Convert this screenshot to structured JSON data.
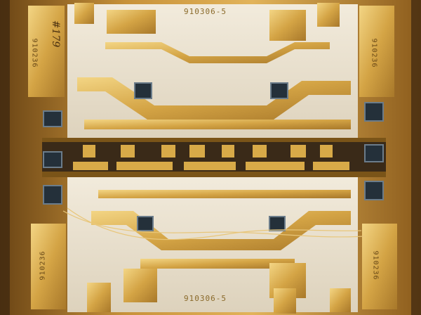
{
  "photo": {
    "subject": "microwave-module-circuit-board",
    "colors": {
      "gold": "#d8aa48",
      "gold_light": "#f0cf7a",
      "gold_dark": "#9c6e1e",
      "ceramic": "#ece4d4",
      "ceramic_shadow": "#d9ceb8",
      "housing": "#b07a28",
      "chip": "#24303a",
      "chip_edge": "#6b7c8a"
    }
  },
  "markings": {
    "top_center": "910306-5",
    "bottom_center": "910306-5",
    "left_top_strip": "910236",
    "left_top_handwriting": "#179",
    "right_top_strip": "910236",
    "left_bottom_strip": "910236",
    "right_bottom_strip": "910236"
  }
}
